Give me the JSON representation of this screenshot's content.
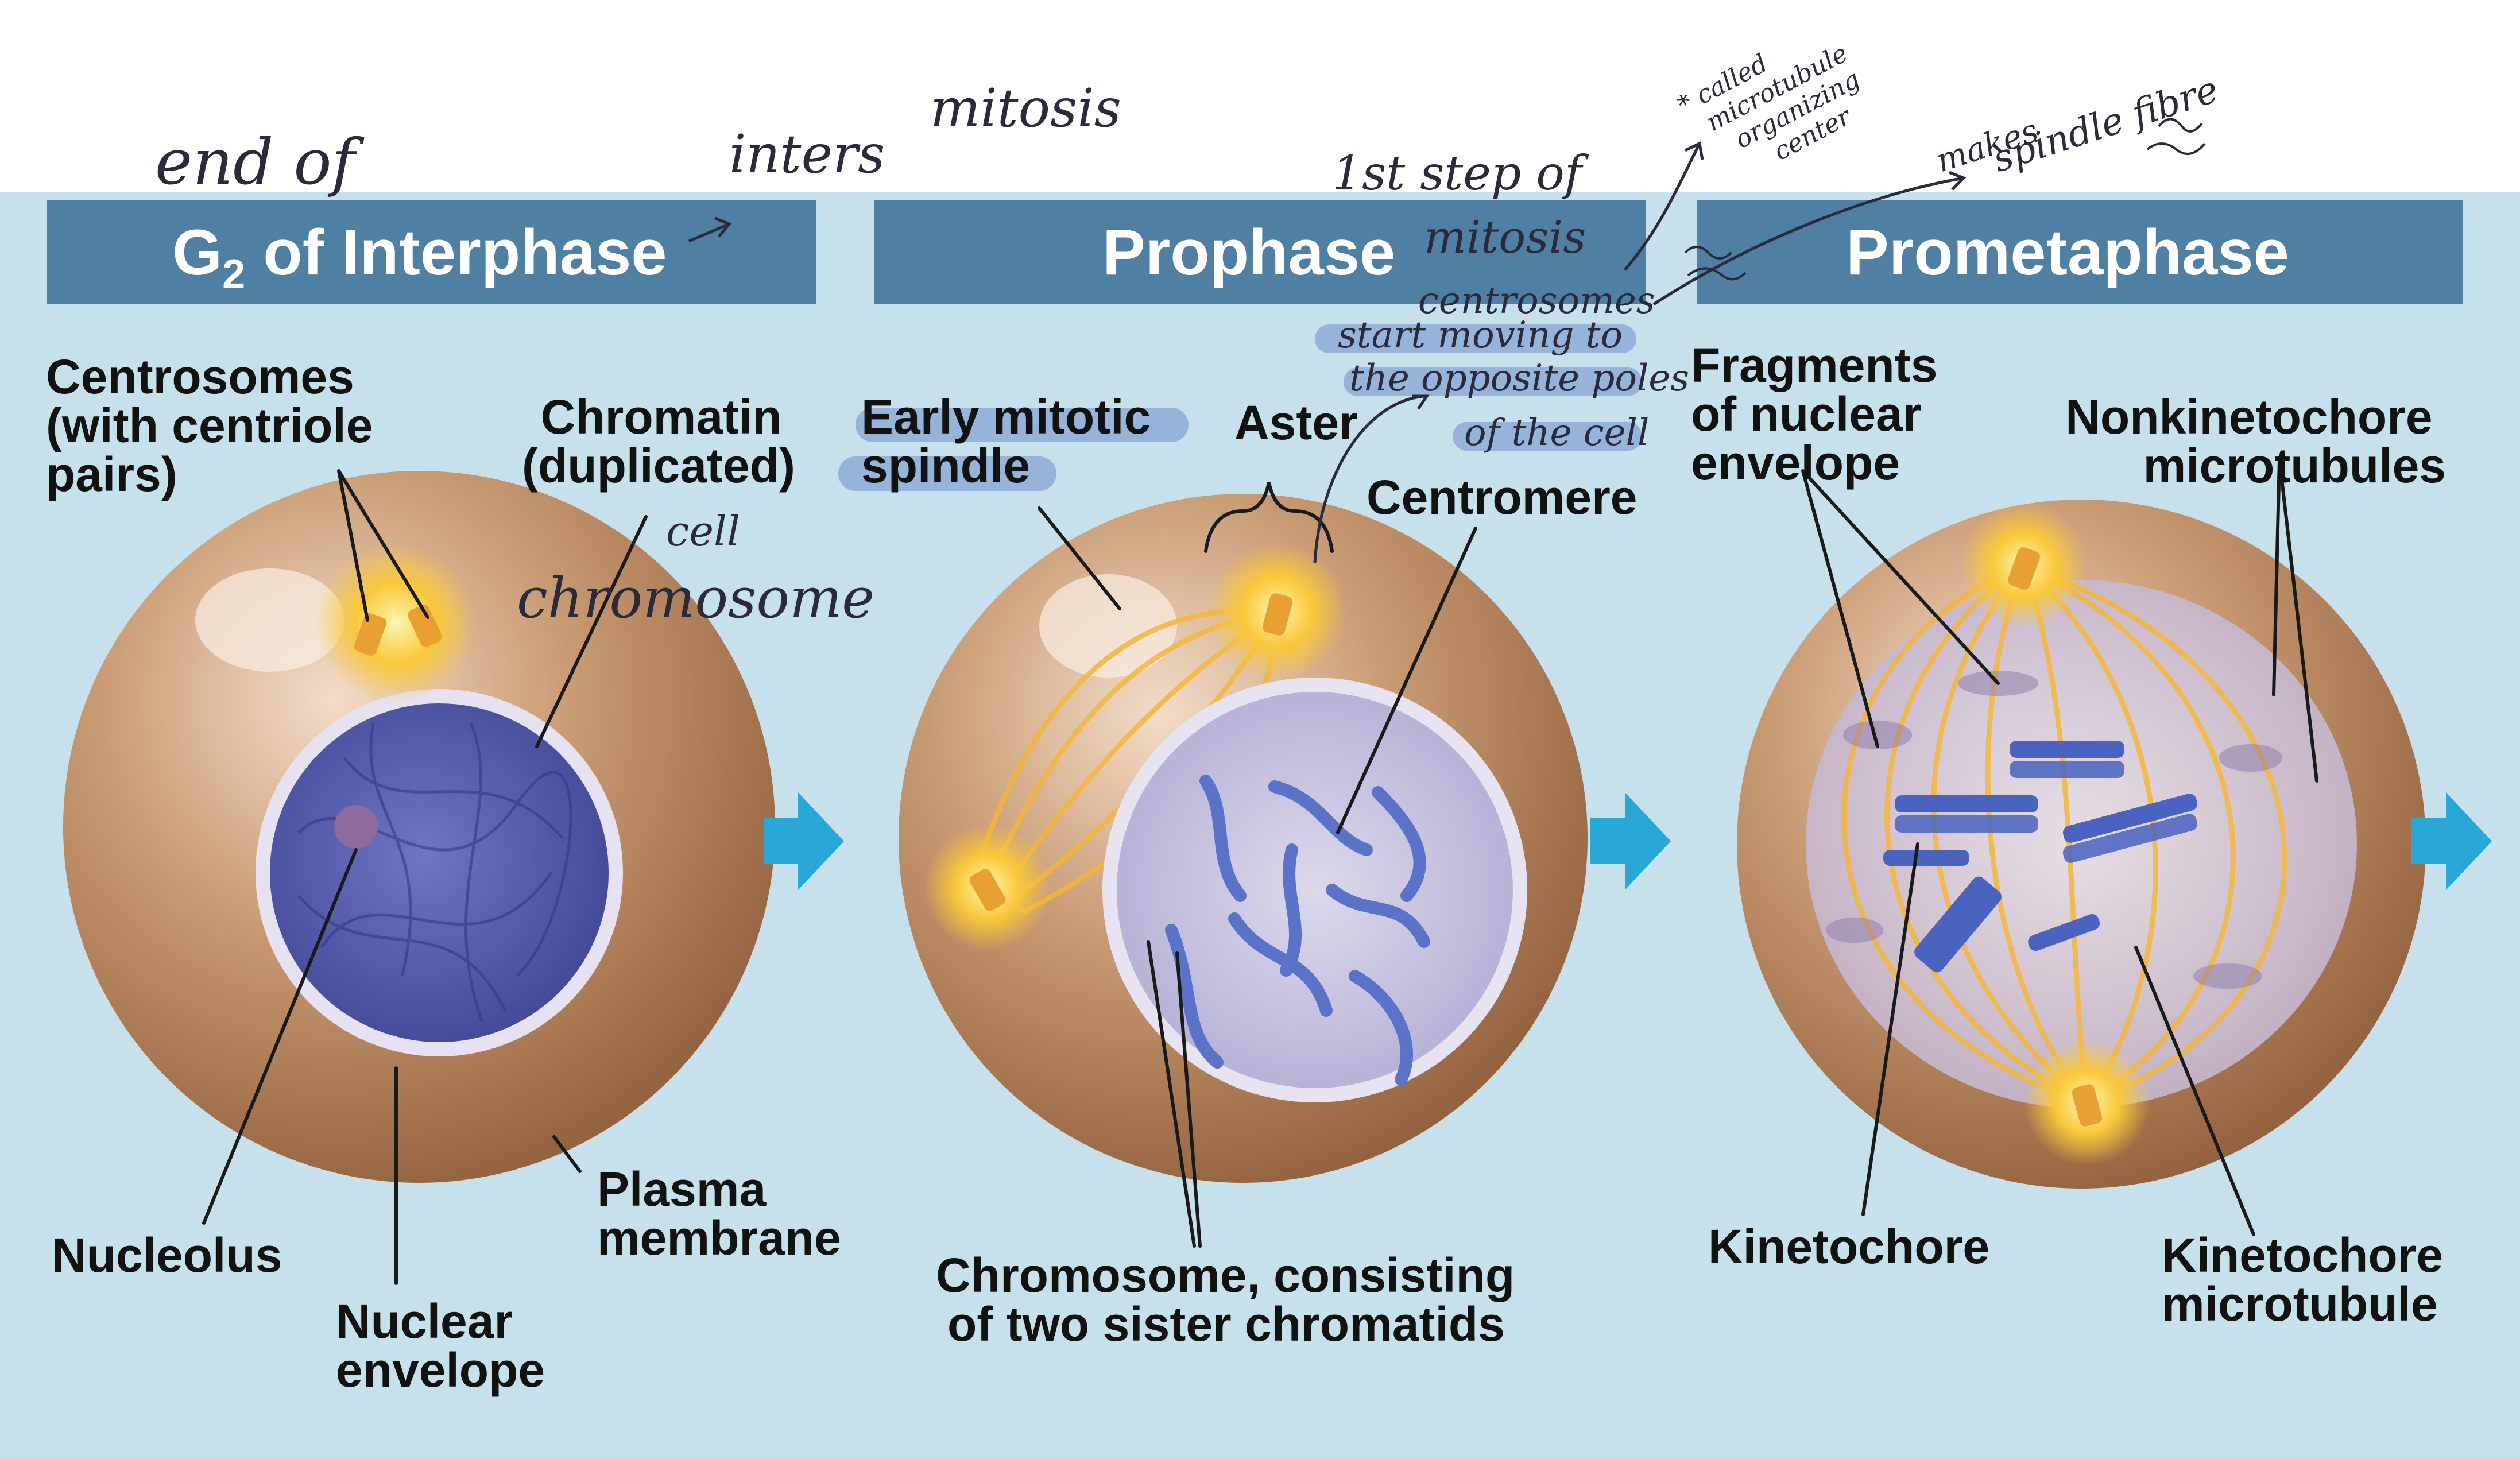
{
  "panels": [
    {
      "title_main": "G",
      "title_sub": "2",
      "title_rest": " of Interphase"
    },
    {
      "title": "Prophase"
    },
    {
      "title": "Prometaphase"
    }
  ],
  "labels": {
    "centrosomes": [
      "Centrosomes",
      "(with centriole",
      "pairs)"
    ],
    "chromatin": [
      "Chromatin",
      "(duplicated)"
    ],
    "nucleolus": "Nucleolus",
    "nuclear_envelope": [
      "Nuclear",
      "envelope"
    ],
    "plasma_membrane": [
      "Plasma",
      "membrane"
    ],
    "early_spindle": [
      "Early mitotic",
      "spindle"
    ],
    "aster": "Aster",
    "centromere": "Centromere",
    "chromosome": [
      "Chromosome, consisting",
      "of two sister chromatids"
    ],
    "fragments": [
      "Fragments",
      "of nuclear",
      "envelope"
    ],
    "nonkinetochore": [
      "Nonkinetochore",
      "microtubules"
    ],
    "kinetochore": "Kinetochore",
    "kinetochore_mt": [
      "Kinetochore",
      "microtubule"
    ]
  },
  "annotations": {
    "end_of": "end of",
    "inters": "inters",
    "mitosis": "mitosis",
    "cell": "cell",
    "chromosome_note": "chromosome",
    "first_step": "1st step of",
    "first_step_2": "mitosis",
    "centrosomes_note": [
      "centrosomes",
      "start moving to",
      "the opposite poles",
      "of the cell"
    ],
    "called": [
      "* called",
      "microtubule",
      "organizing",
      "center"
    ],
    "makes": "makes",
    "spindle_fibre": "spindle fibre"
  },
  "colors": {
    "background": "#c6e0ec",
    "title_bar": "#4f7fa2",
    "cell": "#b98863",
    "nucleus": "#4a52a8",
    "arrow": "#29a7d6",
    "centrosome": "#f6c743"
  }
}
